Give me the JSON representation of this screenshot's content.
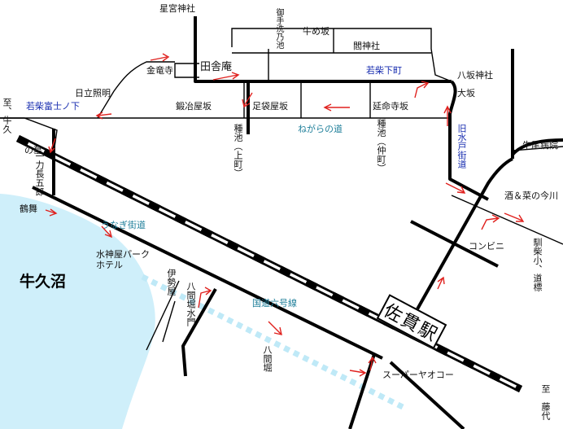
{
  "colors": {
    "water": "#cfeffa",
    "road": "#000000",
    "arrow": "#e0211e",
    "teal_label": "#1f7f9a",
    "blue_label": "#1a2fb0",
    "dotted_road": "#bfe9f7"
  },
  "lake": {
    "name": "牛久沼"
  },
  "station": {
    "name": "佐貫駅"
  },
  "streets": {
    "wakashiba_shimomachi": "若柴下町",
    "wakashiba_fujinoshita": "若柴富士ノ下",
    "negara_no_michi": "ねがらの道",
    "kyu_mito_kaido": "旧水戸街道",
    "unagi_kaido": "うなぎ街道",
    "kokudo_6": "国道六号線"
  },
  "places": {
    "hoshinomiya": "星宮神社",
    "mitarashi": "御手洗乃池",
    "ushimezaka": "牛め坂",
    "kaminoyashiro": "閻神社",
    "yasaka": "八坂神社",
    "inakaan": "田舎庵",
    "konryuji": "金竜寺",
    "kajiyazaka": "鍛冶屋坂",
    "ashibukurozaka": "足袋屋坂",
    "enmeijizaka": "延命寺坂",
    "osaka": "大坂",
    "hitachi_shomei": "日立照明",
    "taneike_kami": "種池（上町）",
    "taneike_naka": "種池（仲町）",
    "ushio_byoin": "牛尾病院",
    "sake_imagawa": "酒＆菜の今川",
    "ichiriki_chogoro": "一力長五郎",
    "nohaka": "の墓",
    "tsurumai": "鶴舞",
    "suijinya": "水神屋パークホテル",
    "iseya": "伊勢屋",
    "hakkenbori_suimon": "八間堀水門",
    "hakkenbori": "八間堀",
    "konbini": "コンビニ",
    "ryugasaki": "馴柴小、道標",
    "super_yaokoo": "スーパーヤオコー",
    "to_ushiku": "至、牛久",
    "to_fujishiro": "至　藤代"
  }
}
